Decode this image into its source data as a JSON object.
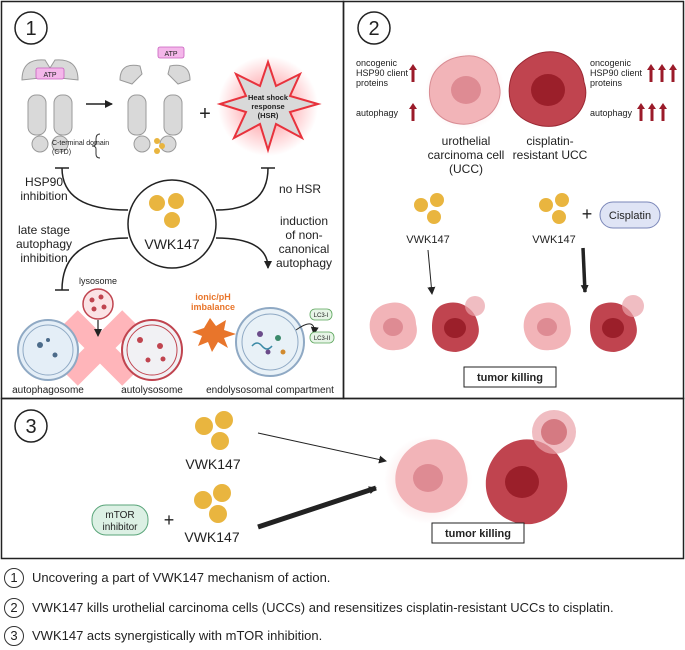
{
  "panel1": {
    "number": "1",
    "atp_label": "ATP",
    "ctd_line1": "C-terminal domain",
    "ctd_line2": "(CTD)",
    "plus": "+",
    "hsr_line1": "Heat shock",
    "hsr_line2": "response",
    "hsr_line3": "(HSR)",
    "hsp90_inhibition_line1": "HSP90",
    "hsp90_inhibition_line2": "inhibition",
    "no_hsr": "no HSR",
    "drug_name": "VWK147",
    "late_stage_line1": "late stage",
    "late_stage_line2": "autophagy",
    "late_stage_line3": "inhibition",
    "induction_line1": "induction",
    "induction_line2": "of non-",
    "induction_line3": "canonical",
    "induction_line4": "autophagy",
    "lysosome": "lysosome",
    "ionic_line1": "ionic/pH",
    "ionic_line2": "imbalance",
    "lc3i": "LC3-I",
    "lc3ii": "LC3-II",
    "autophagosome": "autophagosome",
    "autolysosome": "autolysosome",
    "endolysosomal": "endolysosomal compartment"
  },
  "panel2": {
    "number": "2",
    "client_line1": "oncogenic",
    "client_line2": "HSP90 client",
    "client_line3": "proteins",
    "autophagy": "autophagy",
    "ucc_line1": "urothelial",
    "ucc_line2": "carcinoma cell",
    "ucc_line3": "(UCC)",
    "resistant_line1": "cisplatin-",
    "resistant_line2": "resistant UCC",
    "drug_left": "VWK147",
    "drug_right": "VWK147",
    "plus": "+",
    "cisplatin": "Cisplatin",
    "tumor_killing": "tumor killing"
  },
  "panel3": {
    "number": "3",
    "drug_top": "VWK147",
    "mtor_line1": "mTOR",
    "mtor_line2": "inhibitor",
    "plus": "+",
    "drug_bottom": "VWK147",
    "tumor_killing": "tumor killing"
  },
  "legend": [
    {
      "num": "1",
      "text": "Uncovering a part of VWK147 mechanism of action."
    },
    {
      "num": "2",
      "text": "VWK147 kills urothelial carcinoma cells (UCCs) and resensitizes cisplatin-resistant UCCs to cisplatin."
    },
    {
      "num": "3",
      "text": "VWK147 acts synergistically with mTOR inhibition."
    }
  ],
  "colors": {
    "drug_yellow": "#e9b53f",
    "ucc_pink": "#f2b4b8",
    "resistant_red": "#c0444f",
    "arrow_up_red": "#9b1b2a",
    "hsr_red": "#e8323c",
    "cisplatin_blue": "#dfe4f5",
    "mtor_green": "#dcf0e4"
  }
}
